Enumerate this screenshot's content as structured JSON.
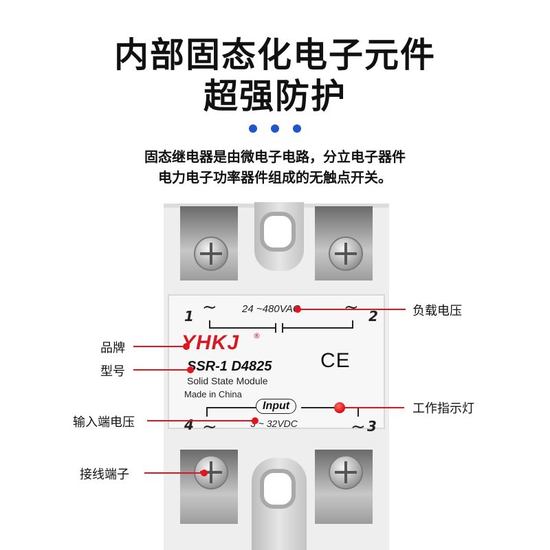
{
  "headline": {
    "line1": "内部固态化电子元件",
    "line2": "超强防护"
  },
  "description": {
    "line1": "固态继电器是由微电子电路，分立电子器件",
    "line2": "电力电子功率器件组成的无触点开关。"
  },
  "accent_color": "#1f57c8",
  "callout_color": "#e0161c",
  "relay": {
    "pin1": "1",
    "pin2": "2",
    "pin3": "3",
    "pin4": "4",
    "load_voltage": "24 ~480VAC",
    "brand": "YHKJ",
    "registered": "®",
    "model": "SSR-1 D4825",
    "type": "Solid State Module",
    "origin": "Made in China",
    "certification": "CE",
    "input_label": "Input",
    "input_voltage": "3 ~ 32VDC",
    "wave": "~"
  },
  "annotations": {
    "load_voltage": "负载电压",
    "brand": "品牌",
    "model": "型号",
    "indicator": "工作指示灯",
    "input_voltage": "输入端电压",
    "terminal": "接线端子"
  }
}
